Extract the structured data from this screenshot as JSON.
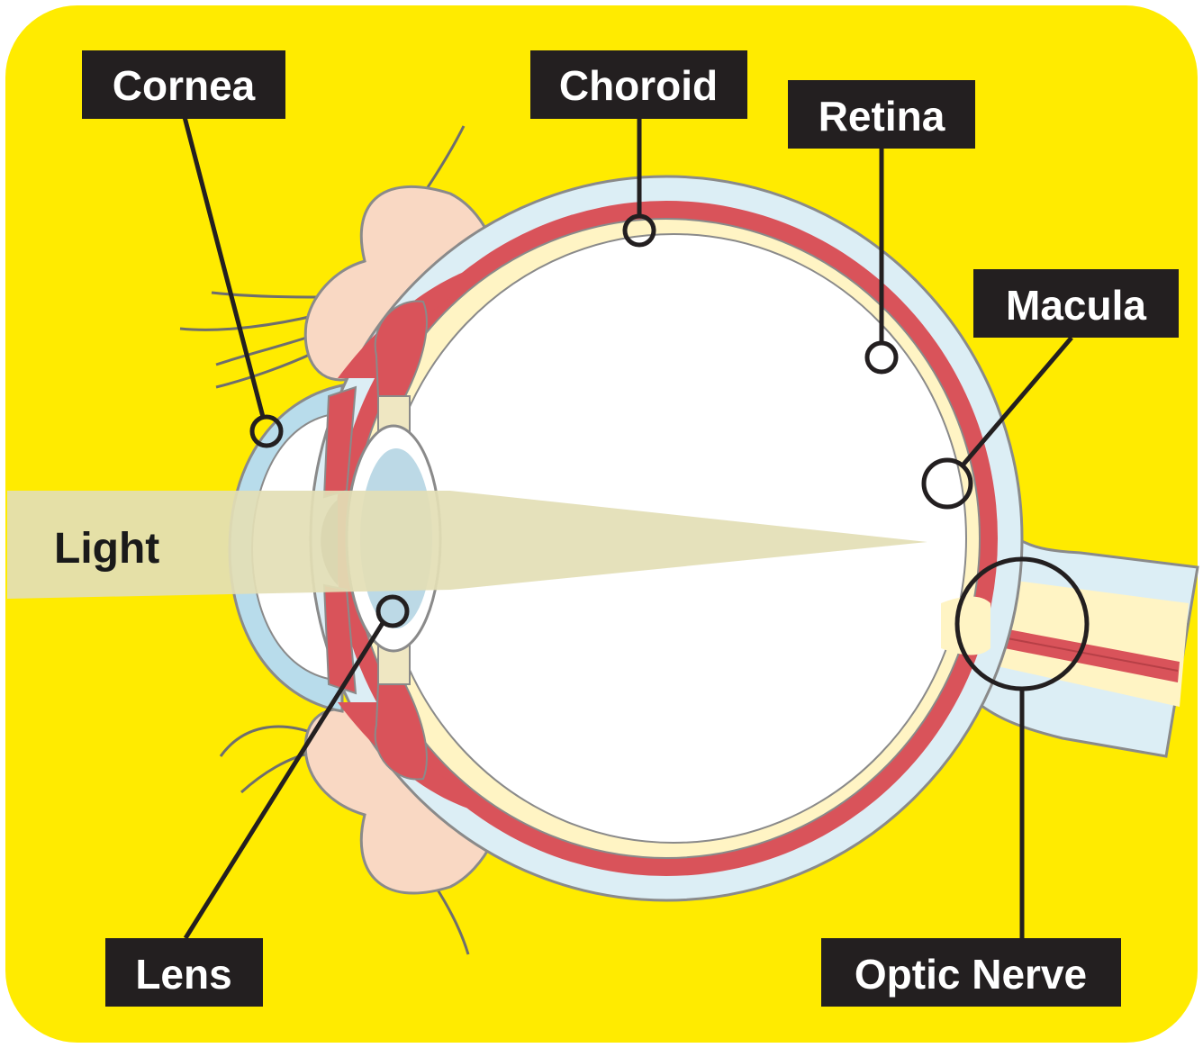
{
  "colors": {
    "background": "#FFEB00",
    "label_box": "#231F20",
    "label_text": "#FFFFFF",
    "sclera": "#DCEEF5",
    "choroid": "#D9535A",
    "retina": "#FFF4C4",
    "cornea": "#B8DCEB",
    "eyelid": "#F9D8C3",
    "light_beam": "#E3DEB5"
  },
  "labels": {
    "cornea": "Cornea",
    "choroid": "Choroid",
    "retina": "Retina",
    "macula": "Macula",
    "lens": "Lens",
    "optic_nerve": "Optic Nerve",
    "light": "Light"
  }
}
